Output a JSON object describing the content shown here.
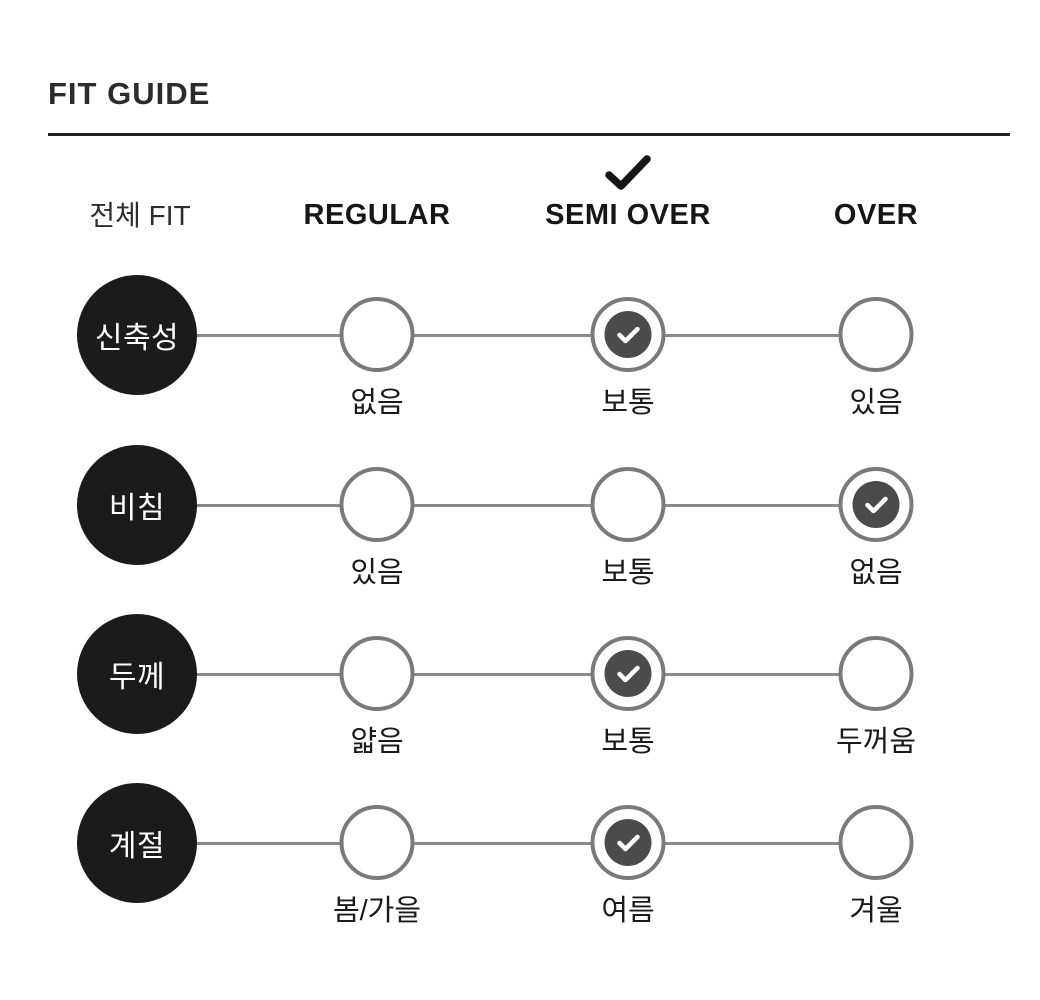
{
  "page": {
    "title": "FIT GUIDE"
  },
  "colors": {
    "category_circle": "#1b1b1b",
    "option_circle_border": "#7a7a7a",
    "connector_line": "#8a8a8a",
    "selected_dot": "#4b4b4b",
    "heading_text": "#161616",
    "divider": "#222222"
  },
  "icons": {
    "header_check": "checkmark-icon",
    "selected_option_check": "checkmark-icon"
  },
  "header": {
    "row_label": "전체 FIT",
    "columns": [
      "REGULAR",
      "SEMI OVER",
      "OVER"
    ],
    "checked_column_index": 1
  },
  "rows": [
    {
      "label": "신축성",
      "options": [
        "없음",
        "보통",
        "있음"
      ],
      "selected_index": 1
    },
    {
      "label": "비침",
      "options": [
        "있음",
        "보통",
        "없음"
      ],
      "selected_index": 2
    },
    {
      "label": "두께",
      "options": [
        "얇음",
        "보통",
        "두꺼움"
      ],
      "selected_index": 1
    },
    {
      "label": "계절",
      "options": [
        "봄/가을",
        "여름",
        "겨울"
      ],
      "selected_index": 1
    }
  ]
}
